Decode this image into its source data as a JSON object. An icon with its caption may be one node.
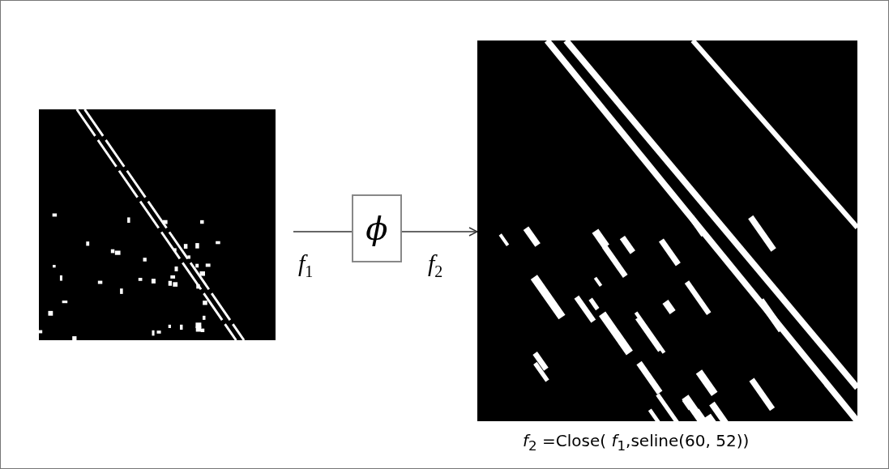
{
  "diagram": {
    "caption": "*f*$_{2}$ =Close( *f*$_{1}$,seline(60, 52))",
    "nodes": [
      {
        "text": [],
        "shape": "picture"
      },
      {
        "text": [
          "ϕ"
        ]
      },
      {
        "text": [],
        "shape": "picture"
      }
    ],
    "edges": [
      {
        "from": null,
        "to": 1,
        "arrow": "none",
        "label": "*f*$_{1}$"
      },
      {
        "from": 1,
        "to": 2,
        "arrow": "to",
        "label": "*f*$_{2}$"
      }
    ]
  }
}
